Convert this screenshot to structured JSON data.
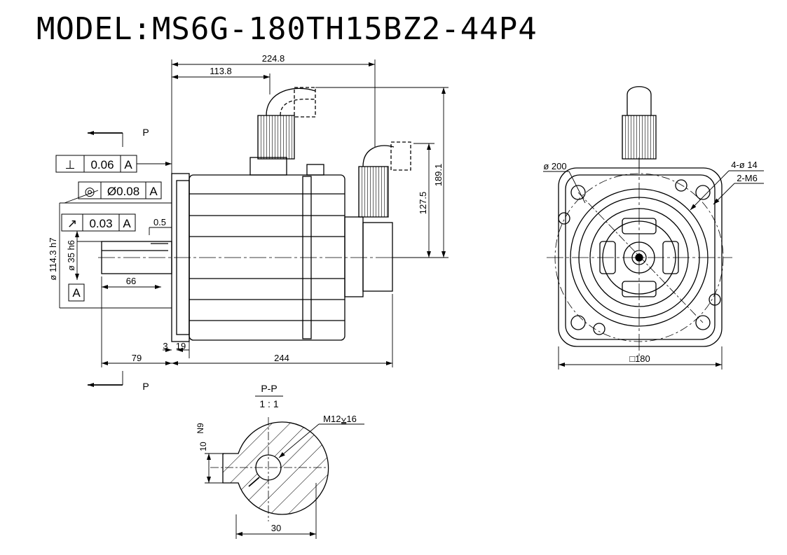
{
  "title": "MODEL:MS6G-180TH15BZ2-44P4",
  "side_view": {
    "dim_overall_top": "224.8",
    "dim_connector_offset": "113.8",
    "dim_height_total": "189.1",
    "dim_height_connector": "127.5",
    "dim_flange_dia": "ø 114.3 h7",
    "dim_shaft_dia": "ø 35 h6",
    "dim_shaft_len": "66",
    "dim_runout_offset": "0.5",
    "dim_flange_thk_a": "3",
    "dim_flange_thk_b": "19",
    "dim_front_len": "79",
    "dim_body_len": "244",
    "section_mark": "P",
    "datum_label": "A",
    "tol_perp": {
      "symbol": "⊥",
      "value": "0.06",
      "datum": "A"
    },
    "tol_concentric": {
      "symbol": "◎",
      "value": "Ø0.08",
      "datum": "A"
    },
    "tol_runout": {
      "symbol": "↗",
      "value": "0.03",
      "datum": "A"
    }
  },
  "front_view": {
    "dim_pcd": "ø 200",
    "dim_holes": "4-ø 14",
    "dim_tapped": "2-M6",
    "dim_square": "□180"
  },
  "section_view": {
    "section_name": "P-P",
    "scale": "1 : 1",
    "dim_key_height": "N9",
    "dim_key_width": "10",
    "dim_thread": "M12⩣16",
    "dim_shaft": "30"
  }
}
